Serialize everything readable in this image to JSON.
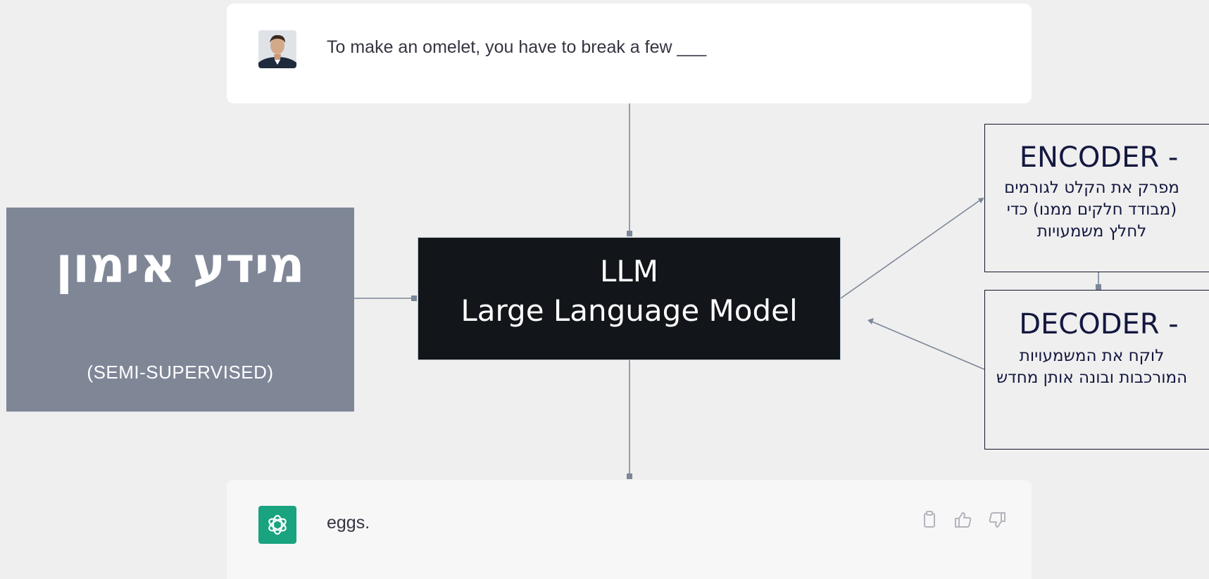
{
  "prompt": {
    "text": "To make an omelet, you have to break a few ___",
    "avatar_icon": "user-photo-icon"
  },
  "response": {
    "text": "eggs.",
    "logo_icon": "chatgpt-logo-icon",
    "actions": [
      "copy-icon",
      "thumbs-up-icon",
      "thumbs-down-icon"
    ]
  },
  "training": {
    "title": "מידע אימון",
    "subtitle": "(SEMI-SUPERVISED)"
  },
  "llm": {
    "title": "LLM",
    "subtitle": "Large Language Model"
  },
  "encoder": {
    "title": "ENCODER -",
    "description": "מפרק את הקלט לגורמים (מבודד חלקים ממנו) כדי לחלץ משמעויות"
  },
  "decoder": {
    "title": "DECODER -",
    "description": "לוקח את המשמעויות המורכבות ובונה אותן מחדש"
  },
  "colors": {
    "background": "#efefef",
    "training_block": "#7f8797",
    "llm_block": "#121519",
    "connector": "#7b8698",
    "box_text": "#14183f",
    "gpt_green": "#19a37f"
  }
}
